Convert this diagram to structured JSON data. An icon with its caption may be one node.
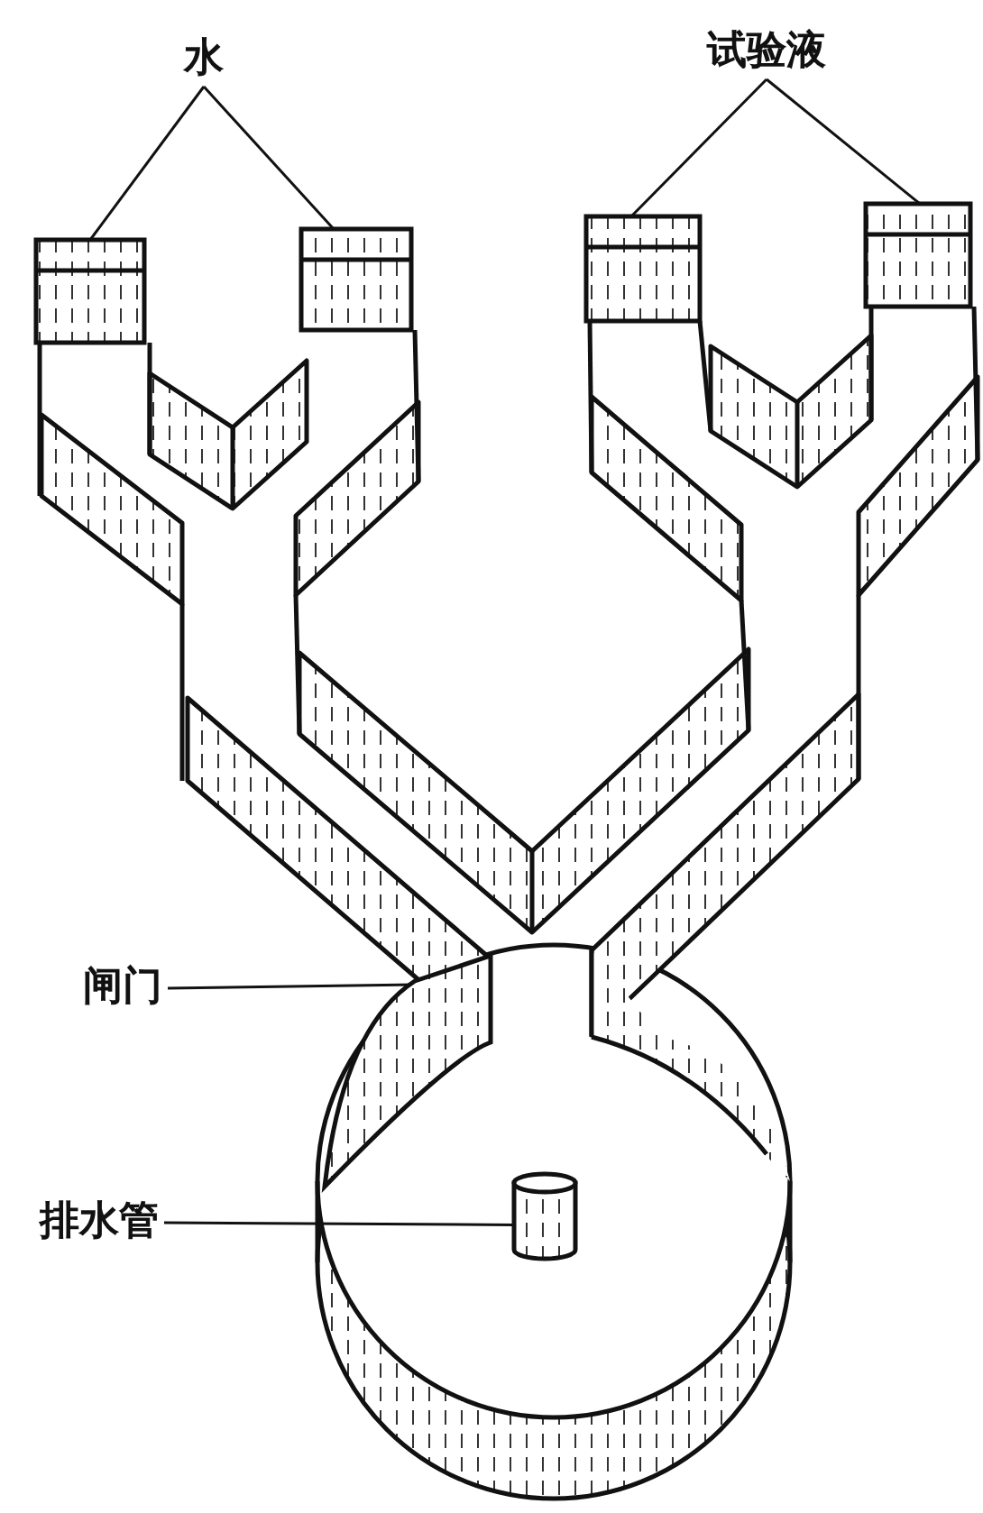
{
  "diagram": {
    "nodes": [
      {
        "text": [
          "水"
        ]
      },
      {
        "text": [
          "试验液"
        ]
      },
      {
        "text": [
          "闸门"
        ]
      },
      {
        "text": [
          "排水管"
        ]
      },
      {
        "text": [],
        "shape": "box"
      },
      {
        "text": [],
        "shape": "box"
      },
      {
        "text": [],
        "shape": "box"
      },
      {
        "text": [],
        "shape": "box"
      },
      {
        "text": [],
        "shape": "bar"
      },
      {
        "text": [],
        "shape": "cylinder"
      }
    ],
    "edges": [
      {
        "from": 0,
        "to": 4,
        "arrow": "none"
      },
      {
        "from": 0,
        "to": 5,
        "arrow": "none"
      },
      {
        "from": 1,
        "to": 6,
        "arrow": "none"
      },
      {
        "from": 1,
        "to": 7,
        "arrow": "none"
      },
      {
        "from": 2,
        "to": 8,
        "arrow": "none"
      },
      {
        "from": 3,
        "to": 9,
        "arrow": "none"
      }
    ]
  }
}
